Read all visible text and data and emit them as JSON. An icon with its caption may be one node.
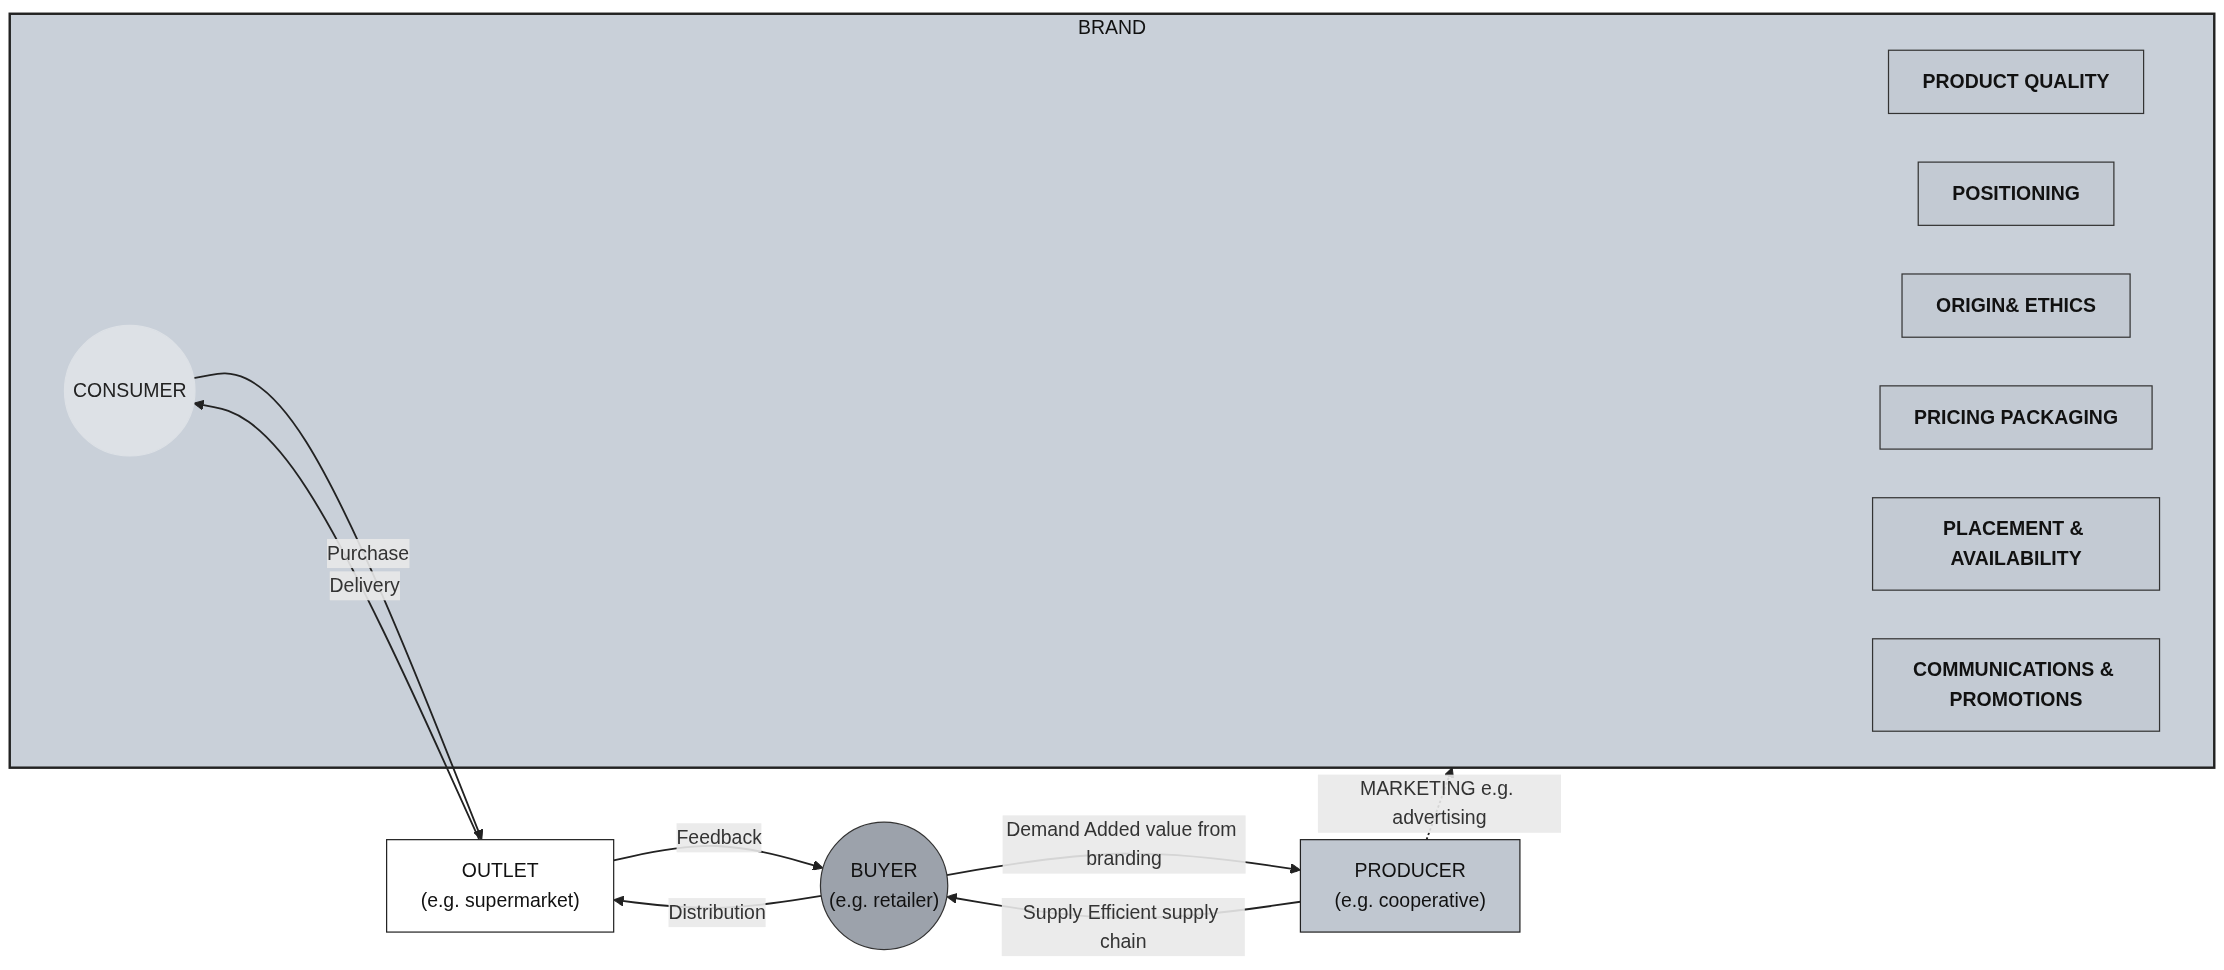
{
  "diagram": {
    "nodes": [
      {
        "text": [
          "BRAND"
        ]
      },
      {
        "text": [
          "PRODUCT QUALITY"
        ],
        "in": 0
      },
      {
        "text": [
          "POSITIONING"
        ],
        "in": 0
      },
      {
        "text": [
          "ORIGIN& ETHICS"
        ],
        "in": 0
      },
      {
        "text": [
          "CONSUMER"
        ],
        "in": 0
      },
      {
        "text": [
          "PRICING PACKAGING"
        ],
        "in": 0
      },
      {
        "text": [
          "PLACEMENT & AVAILABILITY"
        ],
        "in": 0
      },
      {
        "text": [
          "COMMUNICATIONS & PROMOTIONS"
        ],
        "in": 0
      },
      {
        "text": [
          "OUTLET",
          "(e.g. supermarket)"
        ]
      },
      {
        "text": [
          "BUYER",
          "(e.g. retailer)"
        ]
      },
      {
        "text": [
          "PRODUCER",
          "(e.g. cooperative)"
        ]
      }
    ],
    "edges": [
      {
        "from": 4,
        "to": 8,
        "arrow": "to",
        "label": "Purchase"
      },
      {
        "from": 8,
        "to": 4,
        "arrow": "to",
        "label": "Delivery"
      },
      {
        "from": 8,
        "to": 9,
        "arrow": "to",
        "label": "Feedback"
      },
      {
        "from": 9,
        "to": 8,
        "arrow": "to",
        "label": "Distribution"
      },
      {
        "from": 9,
        "to": 10,
        "arrow": "to",
        "label": "Demand Added value from branding"
      },
      {
        "from": 10,
        "to": 9,
        "arrow": "to",
        "label": "Supply Efficient supply chain"
      },
      {
        "from": 10,
        "to": 0,
        "arrow": "to",
        "label": "MARKETING e.g. advertising",
        "style": "dashed"
      }
    ]
  }
}
